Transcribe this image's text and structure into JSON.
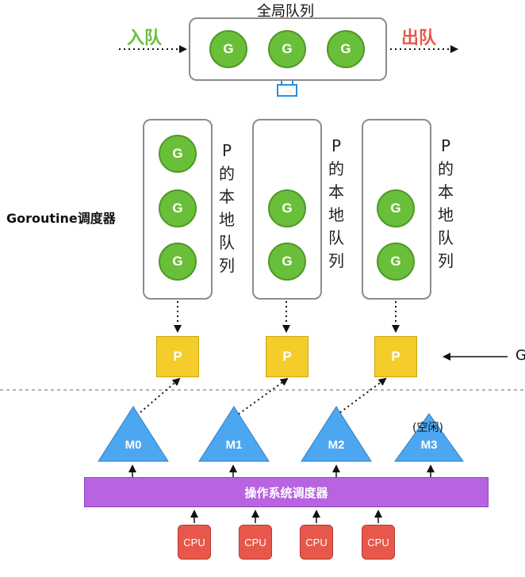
{
  "global_queue": {
    "title": "全局队列",
    "enqueue_label": "入队",
    "dequeue_label": "出队",
    "goroutines": [
      "G",
      "G",
      "G"
    ]
  },
  "scheduler_label": "Goroutine调度器",
  "local_queues": [
    {
      "goroutines": [
        "G",
        "G",
        "G"
      ],
      "label": "P\n的\n本\n地\n队\n列",
      "processor": "P"
    },
    {
      "goroutines": [
        "G",
        "G"
      ],
      "label": "P\n的\n本\n地\n队\n列",
      "processor": "P"
    },
    {
      "goroutines": [
        "G",
        "G"
      ],
      "label": "P\n的\n本\n地\n队\n列",
      "processor": "P"
    }
  ],
  "right_edge_label": "G",
  "threads": [
    {
      "name": "M0",
      "status": ""
    },
    {
      "name": "M1",
      "status": ""
    },
    {
      "name": "M2",
      "status": ""
    },
    {
      "name": "M3",
      "status": "(空闲)"
    }
  ],
  "os_scheduler_label": "操作系统调度器",
  "cpus": [
    "CPU",
    "CPU",
    "CPU",
    "CPU"
  ],
  "colors": {
    "enqueue": "#6abf3a",
    "dequeue": "#e8574c",
    "goroutine": "#6abf3a",
    "processor": "#f4cd2a",
    "thread": "#4da6f0",
    "os_scheduler": "#b864e0",
    "cpu": "#e8574c",
    "lock": "#2b8fe0"
  }
}
